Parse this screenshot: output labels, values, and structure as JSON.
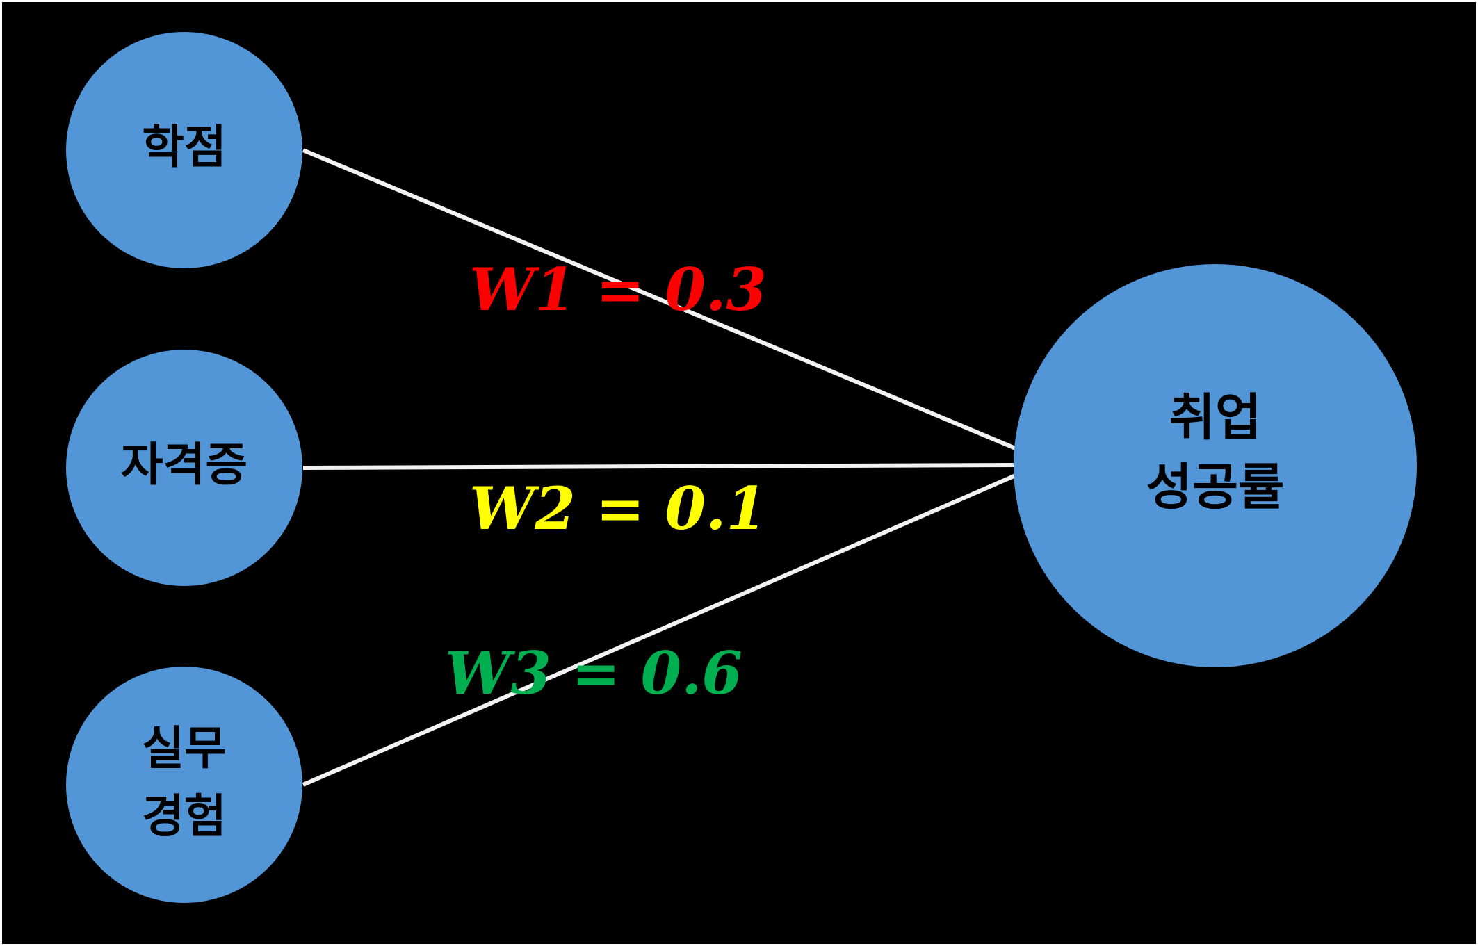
{
  "diagram": {
    "inputs": [
      {
        "id": "gpa",
        "lines": [
          "학점"
        ]
      },
      {
        "id": "certificate",
        "lines": [
          "자격증"
        ]
      },
      {
        "id": "experience",
        "lines": [
          "실무",
          "경험"
        ]
      }
    ],
    "output": {
      "id": "employment",
      "lines": [
        "취업",
        "성공률"
      ]
    },
    "weights": [
      {
        "text": "W1 = 0.3",
        "color": "#ff0000"
      },
      {
        "text": "W2 = 0.1",
        "color": "#ffff00"
      },
      {
        "text": "W3 = 0.6",
        "color": "#00b050"
      }
    ],
    "colors": {
      "background": "#000000",
      "node_fill": "#5296d8",
      "edge": "#f2f2f2",
      "node_text": "#000000"
    }
  }
}
